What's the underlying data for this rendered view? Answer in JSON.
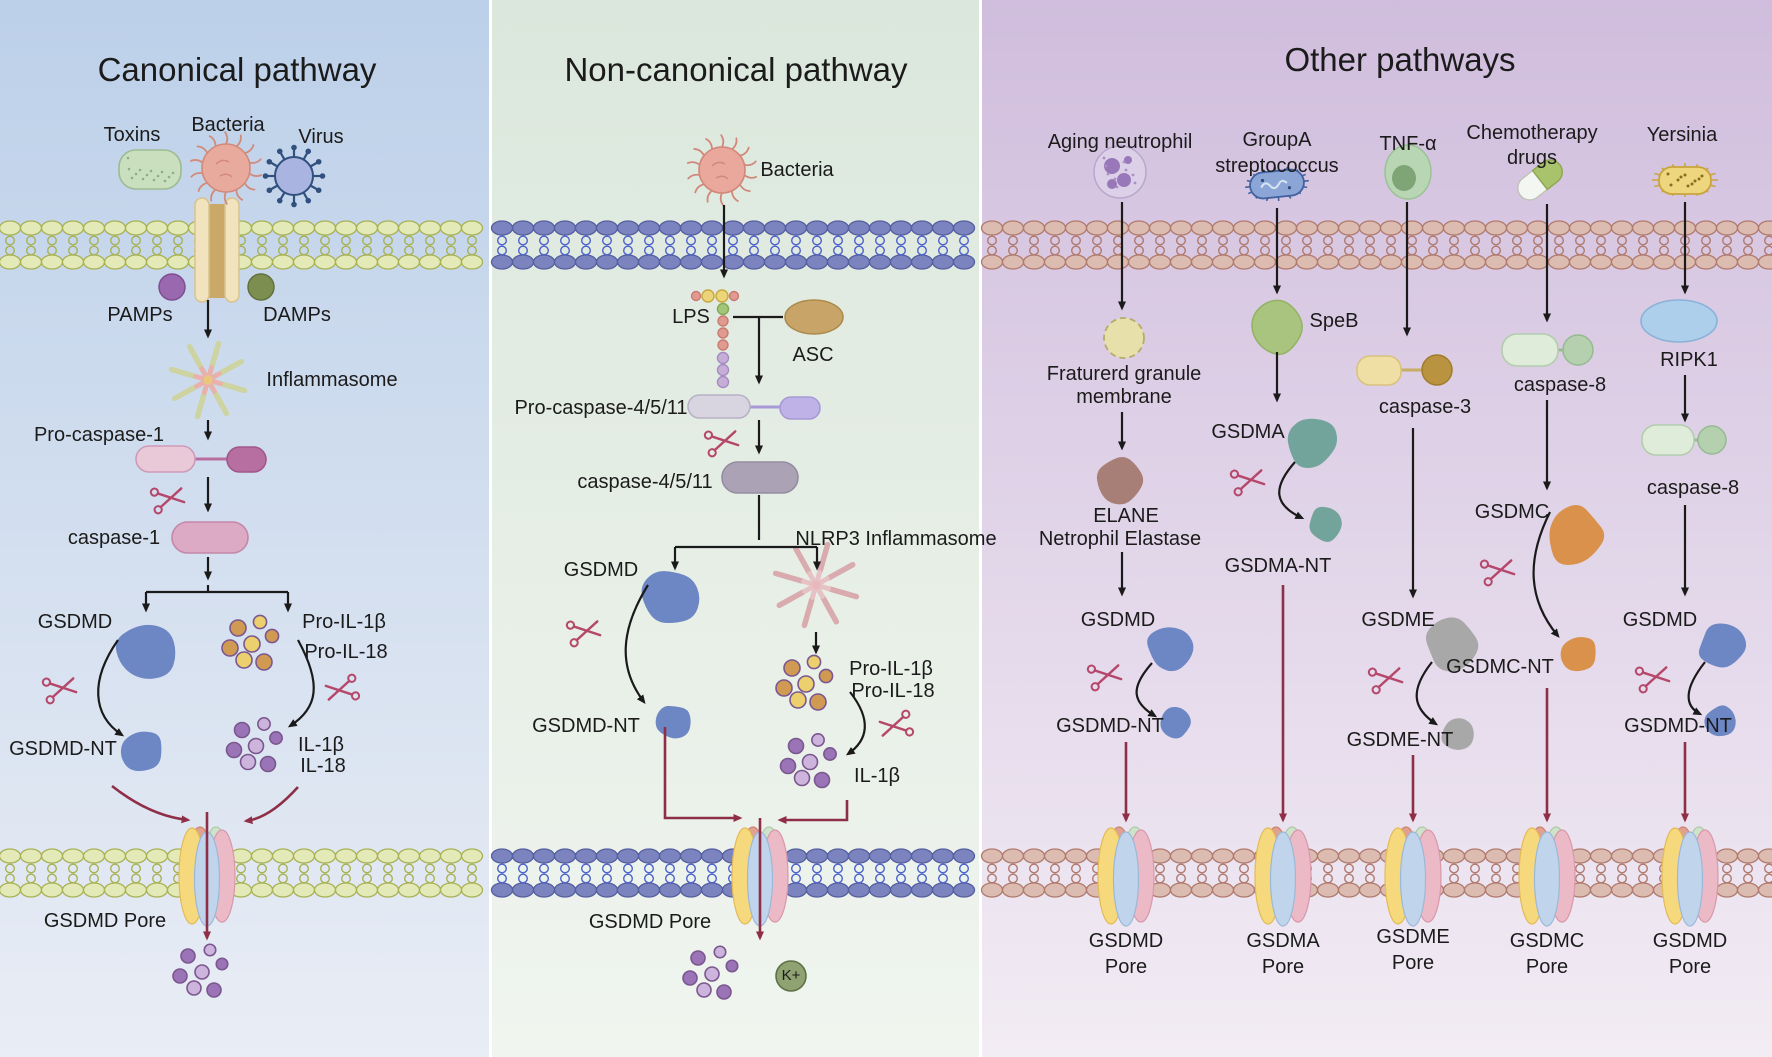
{
  "canonical": {
    "title": "Canonical pathway",
    "toxins": "Toxins",
    "bacteria": "Bacteria",
    "virus": "Virus",
    "pamps": "PAMPs",
    "damps": "DAMPs",
    "inflammasome": "Inflammasome",
    "pro_caspase_1": "Pro-caspase-1",
    "caspase_1": "caspase-1",
    "gsdmd": "GSDMD",
    "gsdmd_nt": "GSDMD-NT",
    "pro_il_1b": "Pro-IL-1β",
    "pro_il_18": "Pro-IL-18",
    "il_1b": "IL-1β",
    "il_18": "IL-18",
    "gsdmd_pore": "GSDMD Pore"
  },
  "non_canonical": {
    "title": "Non-canonical pathway",
    "bacteria": "Bacteria",
    "lps": "LPS",
    "asc": "ASC",
    "pro_caspase": "Pro-caspase-4/5/11",
    "caspase": "caspase-4/5/11",
    "nlrp3": "NLRP3 Inflammasome",
    "gsdmd": "GSDMD",
    "gsdmd_nt": "GSDMD-NT",
    "pro_il_1b": "Pro-IL-1β",
    "pro_il_18": "Pro-IL-18",
    "il_1b": "IL-1β",
    "gsdmd_pore": "GSDMD Pore",
    "k_plus": "K+"
  },
  "other": {
    "title": "Other pathways",
    "aging_neutrophil": "Aging neutrophil",
    "group_a_1": "GroupA",
    "group_a_2": "streptococcus",
    "tnf_alpha": "TNF-α",
    "chemo_1": "Chemotherapy",
    "chemo_2": "drugs",
    "yersinia": "Yersinia",
    "granule_1": "Fraturerd granule",
    "granule_2": "membrane",
    "elane_1": "ELANE",
    "elane_2": "Netrophil Elastase",
    "speb": "SpeB",
    "gsdma": "GSDMA",
    "gsdma_nt": "GSDMA-NT",
    "caspase_3": "caspase-3",
    "caspase_8": "caspase-8",
    "gsdme": "GSDME",
    "gsdme_nt": "GSDME-NT",
    "gsdmc": "GSDMC",
    "gsdmc_nt": "GSDMC-NT",
    "ripk1": "RIPK1",
    "gsdmd": "GSDMD",
    "gsdmd_nt": "GSDMD-NT",
    "pore_word": "Pore",
    "pores": [
      "GSDMD",
      "GSDMA",
      "GSDME",
      "GSDMC",
      "GSDMD"
    ]
  },
  "colors": {
    "panel_canonical": [
      "#bcd0e9",
      "#e9edf5"
    ],
    "panel_non_canonical": [
      "#dbe7dc",
      "#f0f5ef"
    ],
    "panel_other": [
      "#d0bddd",
      "#f2ecf4"
    ],
    "membrane_canonical": {
      "head": "#e4e9b8",
      "stroke": "#a8b254",
      "tail": "#a8b254"
    },
    "membrane_non_canonical": {
      "head": "#7c84c0",
      "stroke": "#555e9e",
      "tail": "#4d62cc"
    },
    "membrane_other": {
      "head": "#dcbcb0",
      "stroke": "#b07a6e",
      "tail": "#b07a6e"
    },
    "arrow_black": "#1a1a1a",
    "arrow_maroon": "#8e2f47",
    "scissors": "#b5476a",
    "pore": {
      "yellow": "#f6d87d",
      "blue": "#c0d5ec",
      "pink": "#ecb9c6",
      "salmon": "#e1a191",
      "green": "#cfe3ca"
    },
    "gsdmd_blue": "#6d86c4",
    "gsdma_teal": "#73a49c",
    "gsdme_grey": "#a8a8a8",
    "gsdmc_orange": "#d9914b",
    "elane_brown": "#a87f77",
    "speb_green": "#a9c47e",
    "il_purple": "#9a74b6",
    "il_purple_light": "#cdb4dc",
    "pro_il_gold": "#ecd06e",
    "pro_il_amber": "#d19a52",
    "k_circle": "#8fa271"
  }
}
